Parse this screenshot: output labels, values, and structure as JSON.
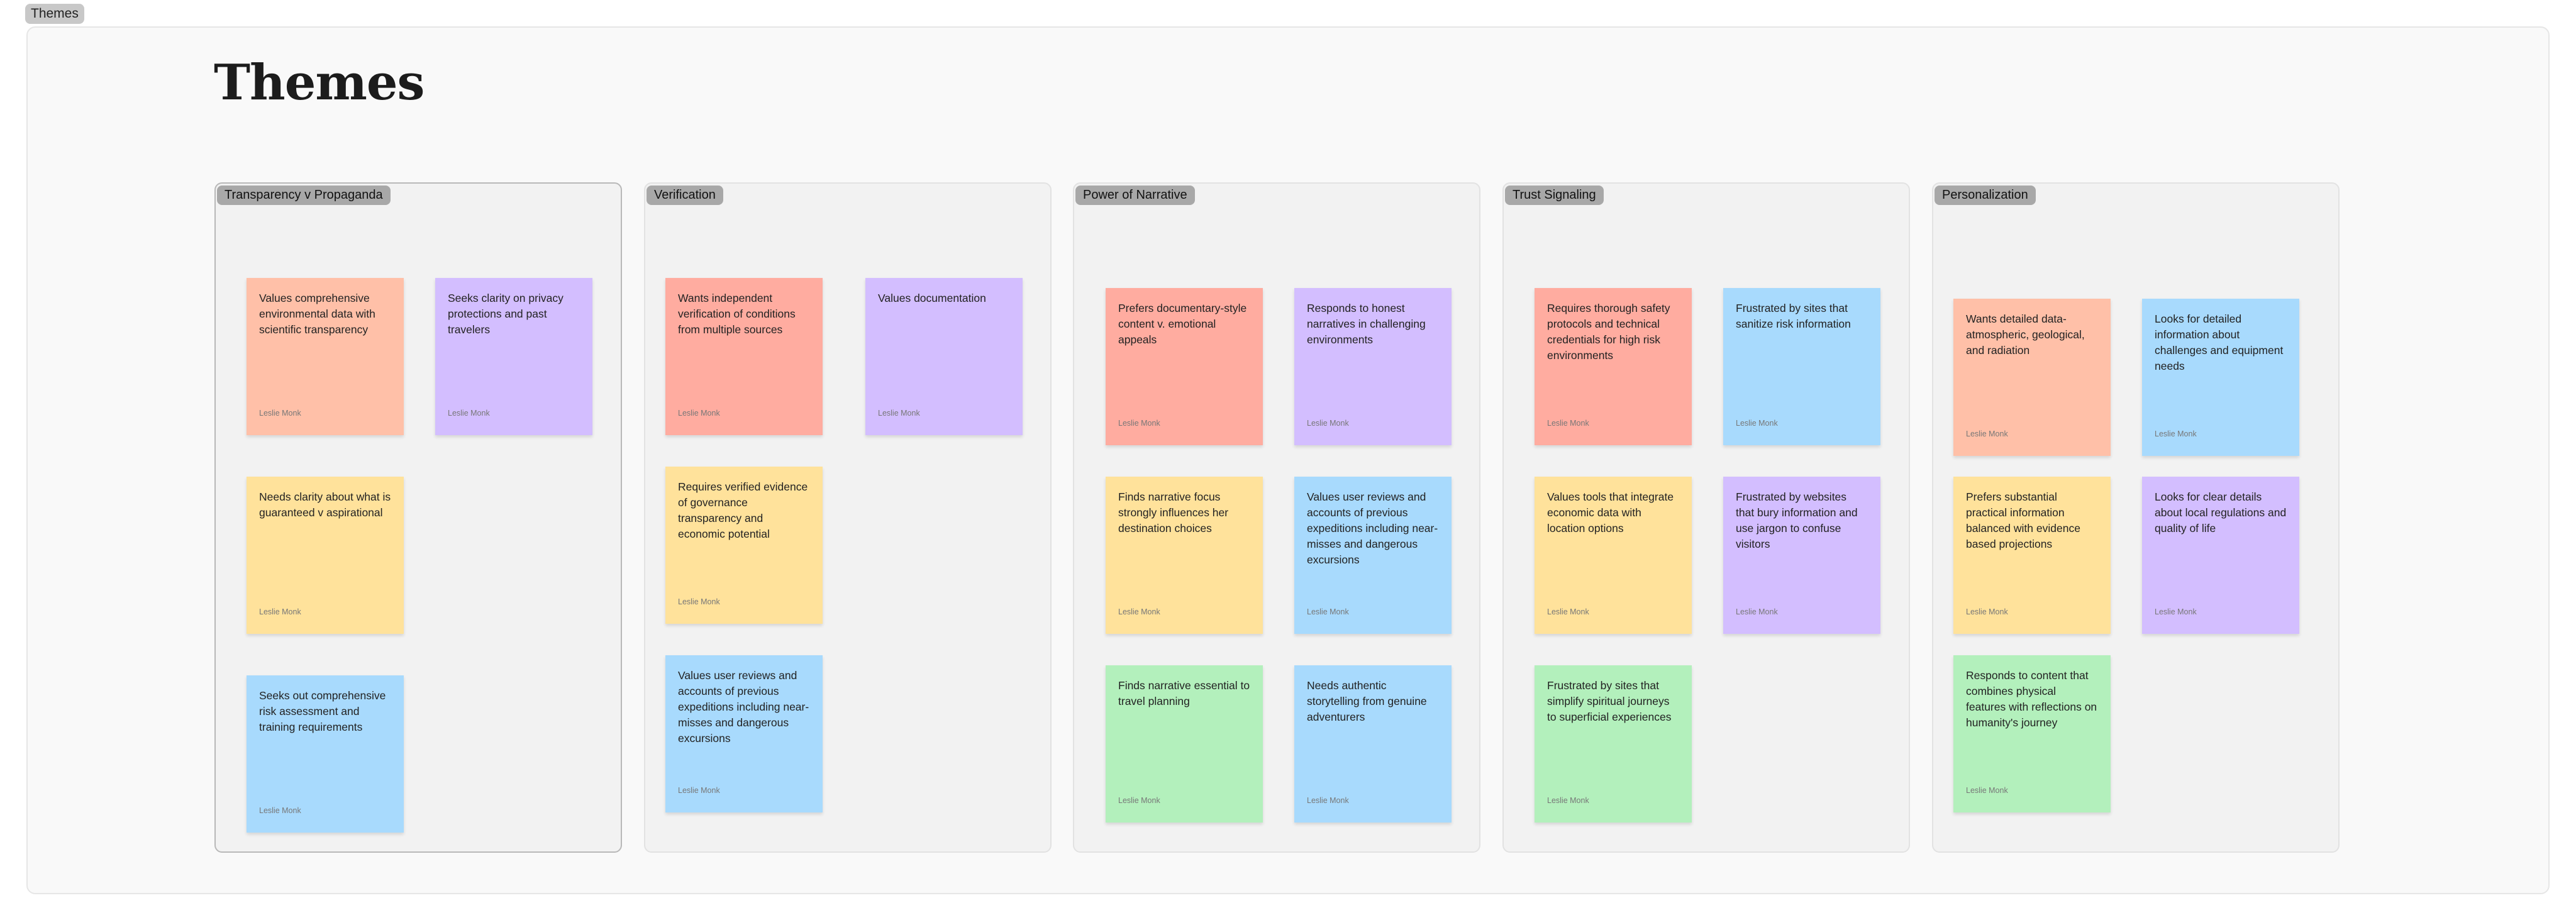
{
  "frame": {
    "label": "Themes"
  },
  "page": {
    "title": "Themes"
  },
  "sections": [
    {
      "title": "Transparency v Propaganda",
      "notes": [
        {
          "text": "Values comprehensive environmental data with scientific transparency",
          "author": "Leslie Monk",
          "color": "#ffc0a8"
        },
        {
          "text": "Seeks clarity on privacy protections and past travelers",
          "author": "Leslie Monk",
          "color": "#d3beff"
        },
        {
          "text": "Needs clarity about what is guaranteed v aspirational",
          "author": "Leslie Monk",
          "color": "#ffe29b"
        },
        {
          "text": "Seeks out comprehensive risk assessment and training requirements",
          "author": "Leslie Monk",
          "color": "#a8dafd"
        }
      ]
    },
    {
      "title": "Verification",
      "notes": [
        {
          "text": "Wants independent verification of conditions from multiple sources",
          "author": "Leslie Monk",
          "color": "#ffaca0"
        },
        {
          "text": "Values documentation",
          "author": "Leslie Monk",
          "color": "#d3beff"
        },
        {
          "text": "Requires verified evidence of governance transparency and economic potential",
          "author": "Leslie Monk",
          "color": "#ffe29b"
        },
        {
          "text": "Values user reviews and accounts of previous expeditions including near-misses and dangerous excursions",
          "author": "Leslie Monk",
          "color": "#a8dafd"
        }
      ]
    },
    {
      "title": "Power of Narrative",
      "notes": [
        {
          "text": "Prefers documentary-style content v. emotional appeals",
          "author": "Leslie Monk",
          "color": "#ffaca0"
        },
        {
          "text": "Responds to honest narratives in challenging environments",
          "author": "Leslie Monk",
          "color": "#d3beff"
        },
        {
          "text": "Finds narrative focus strongly influences her destination choices",
          "author": "Leslie Monk",
          "color": "#ffe29b"
        },
        {
          "text": "Values user reviews and accounts of previous expeditions including near-misses and dangerous excursions",
          "author": "Leslie Monk",
          "color": "#a8dafd"
        },
        {
          "text": "Finds narrative essential to travel planning",
          "author": "Leslie Monk",
          "color": "#b3f0bc"
        },
        {
          "text": "Needs authentic storytelling from genuine adventurers",
          "author": "Leslie Monk",
          "color": "#a8dafd"
        }
      ]
    },
    {
      "title": "Trust Signaling",
      "notes": [
        {
          "text": "Requires thorough safety protocols and technical credentials for high risk environments",
          "author": "Leslie Monk",
          "color": "#ffaca0"
        },
        {
          "text": "Frustrated by sites that sanitize risk information",
          "author": "Leslie Monk",
          "color": "#a8dafd"
        },
        {
          "text": "Values tools that integrate economic data with location options",
          "author": "Leslie Monk",
          "color": "#ffe29b"
        },
        {
          "text": "Frustrated by websites that bury information and use jargon to confuse visitors",
          "author": "Leslie Monk",
          "color": "#d3beff"
        },
        {
          "text": "Frustrated by sites that simplify spiritual journeys to superficial experiences",
          "author": "Leslie Monk",
          "color": "#b3f0bc"
        }
      ]
    },
    {
      "title": "Personalization",
      "notes": [
        {
          "text": "Wants detailed data-atmospheric, geological, and radiation",
          "author": "Leslie Monk",
          "color": "#ffc0a8"
        },
        {
          "text": "Looks for detailed information about challenges and equipment needs",
          "author": "Leslie Monk",
          "color": "#a8dafd"
        },
        {
          "text": "Prefers substantial practical information balanced with evidence based projections",
          "author": "Leslie Monk",
          "color": "#ffe29b"
        },
        {
          "text": "Looks for clear details about local regulations and quality of life",
          "author": "Leslie Monk",
          "color": "#d3beff"
        },
        {
          "text": "Responds to content that combines physical features with reflections on humanity's journey",
          "author": "Leslie Monk",
          "color": "#b3f0bc"
        }
      ]
    }
  ]
}
